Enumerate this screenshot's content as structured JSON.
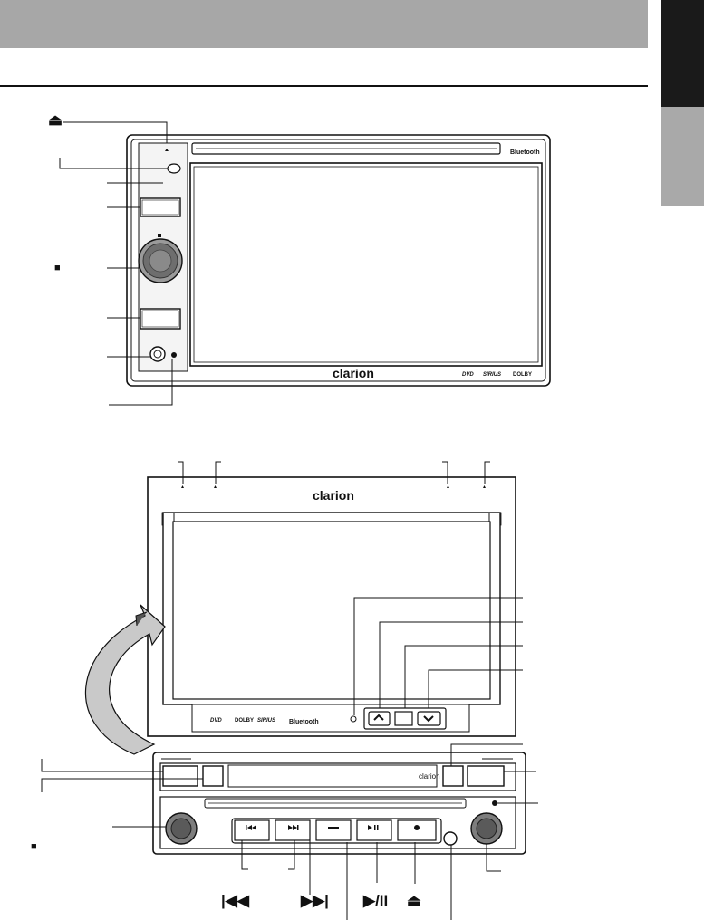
{
  "brand": {
    "logo_top": "clarion",
    "logo_middle": "clarion",
    "logo_bottom": "clarion",
    "bluetooth_text": "Bluetooth",
    "dvd_text": "DVD",
    "sirius_text": "SIRIUS",
    "dolby_text": "DOLBY"
  },
  "symbols": {
    "eject_top": "⏏",
    "stop_top": "■",
    "stop_bottom": "■",
    "prev": "|◀◀",
    "next": "▶▶|",
    "play_pause": "▶/II",
    "eject_bottom": "⏏"
  }
}
